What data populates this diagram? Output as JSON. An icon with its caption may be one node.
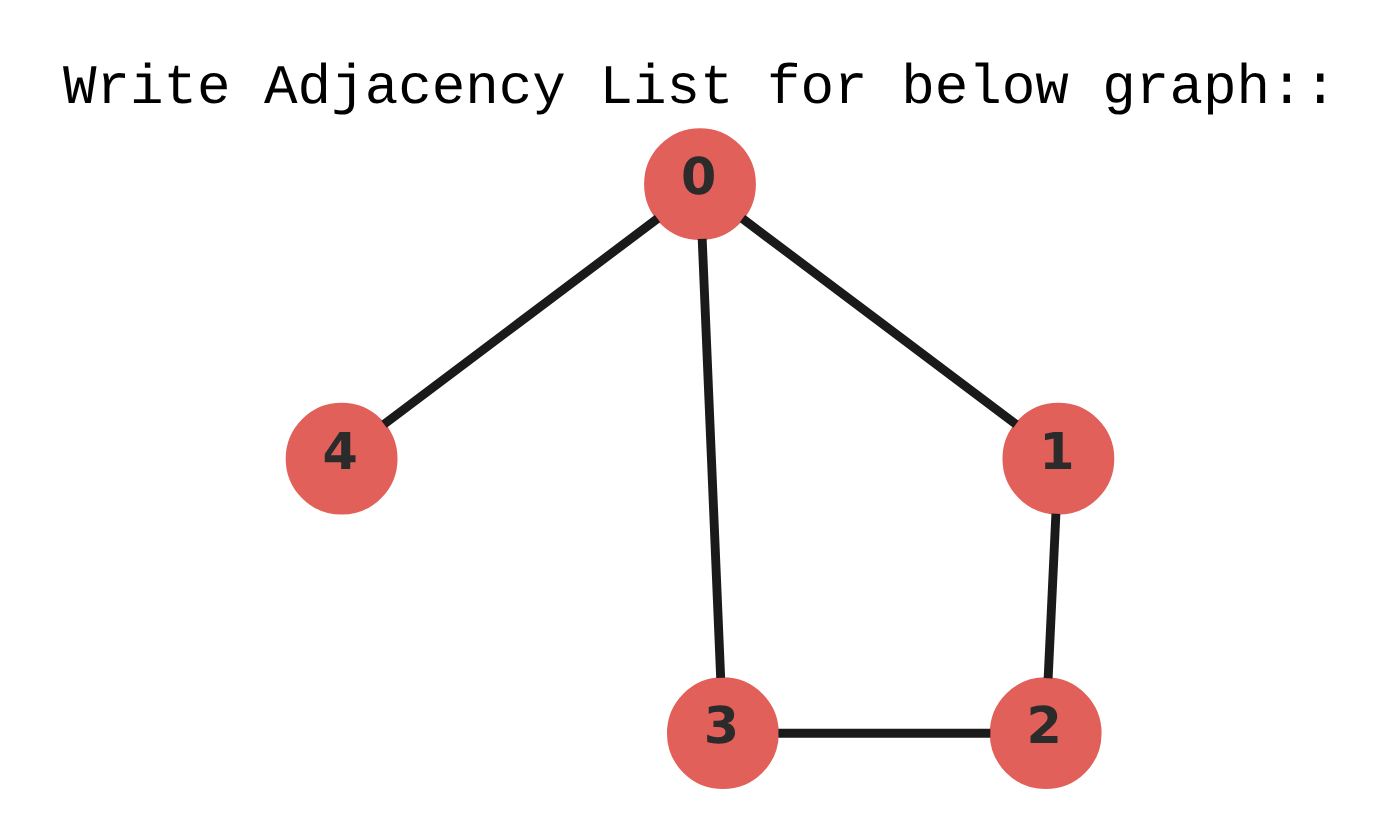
{
  "diagram": {
    "title": "Write Adjacency List for below graph::",
    "nodes": [
      {
        "text": [
          "0"
        ]
      },
      {
        "text": [
          "4"
        ]
      },
      {
        "text": [
          "1"
        ]
      },
      {
        "text": [
          "3"
        ]
      },
      {
        "text": [
          "2"
        ]
      }
    ],
    "edges": [
      {
        "from": 0,
        "to": 1,
        "arrow": "none"
      },
      {
        "from": 0,
        "to": 2,
        "arrow": "none"
      },
      {
        "from": 0,
        "to": 3,
        "arrow": "none"
      },
      {
        "from": 2,
        "to": 4,
        "arrow": "none"
      },
      {
        "from": 3,
        "to": 4,
        "arrow": "none"
      }
    ]
  }
}
